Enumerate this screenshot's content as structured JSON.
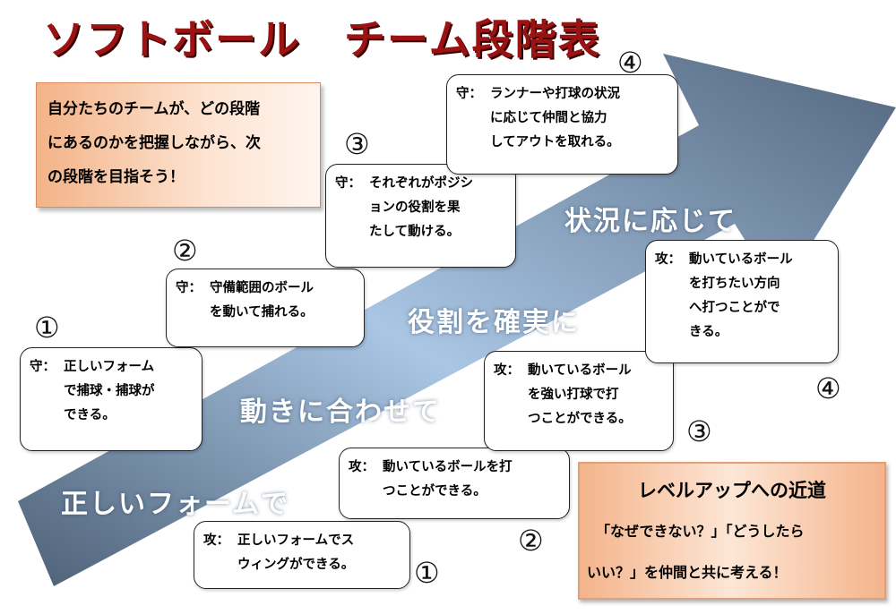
{
  "title": "ソフトボール　チーム段階表",
  "intro": {
    "lines": [
      "自分たちのチームが、どの段階",
      "にあるのかを把握しながら、次",
      "の段階を目指そう！"
    ]
  },
  "stages": [
    "正しいフォームで",
    "動きに合わせて",
    "役割を確実に",
    "状況に応じて"
  ],
  "defense": [
    {
      "number": "①",
      "tag": "守：",
      "lines": [
        "正しいフォーム",
        "で捕球・捕球が",
        "できる。"
      ]
    },
    {
      "number": "②",
      "tag": "守：",
      "lines": [
        "守備範囲のボール",
        "を動いて捕れる。"
      ]
    },
    {
      "number": "③",
      "tag": "守：",
      "lines": [
        "それぞれがポジシ",
        "ョンの役割を果",
        "たして動ける。"
      ]
    },
    {
      "number": "④",
      "tag": "守：",
      "lines": [
        "ランナーや打球の状況",
        "に応じて仲間と協力",
        "してアウトを取れる。"
      ]
    }
  ],
  "offense": [
    {
      "number": "①",
      "tag": "攻：",
      "lines": [
        "正しいフォームでス",
        "ウィングができる。"
      ]
    },
    {
      "number": "②",
      "tag": "攻：",
      "lines": [
        "動いているボールを打",
        "つことができる。"
      ]
    },
    {
      "number": "③",
      "tag": "攻：",
      "lines": [
        "動いているボール",
        "を強い打球で打",
        "つことができる。"
      ]
    },
    {
      "number": "④",
      "tag": "攻：",
      "lines": [
        "動いているボール",
        "を打ちたい方向",
        "へ打つことがで",
        "きる。"
      ]
    }
  ],
  "levelup": {
    "title": "レベルアップへの近道",
    "line1": "「なぜできない？」「どうしたら",
    "line2": "いい？」を仲間と共に考える！"
  },
  "colors": {
    "arrow_dark": "#4d6076",
    "arrow_light": "#a9c6e4",
    "title": "#9b1212"
  }
}
